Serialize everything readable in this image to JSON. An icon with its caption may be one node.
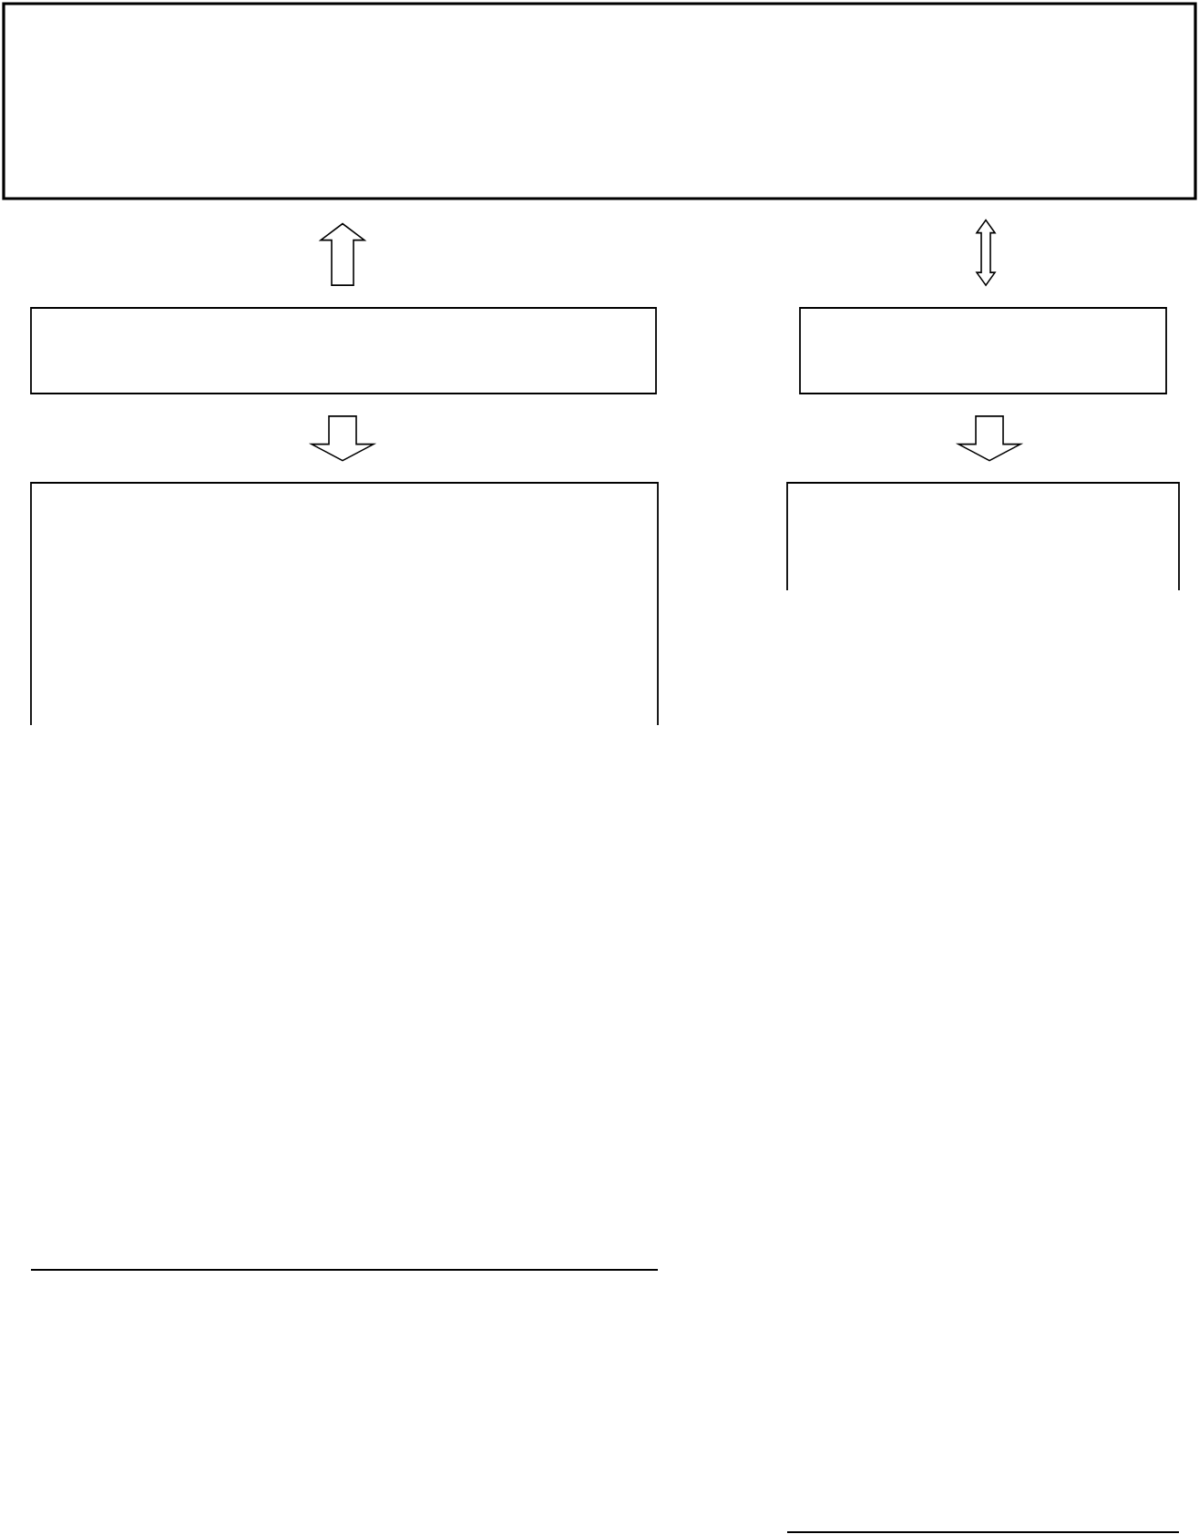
{
  "diagram": {
    "nodes": [
      {
        "text": [],
        "shape": "box"
      },
      {
        "text": [],
        "shape": "box"
      },
      {
        "text": [],
        "shape": "box"
      },
      {
        "text": [],
        "shape": "box"
      },
      {
        "text": [],
        "shape": "box"
      }
    ],
    "edges": [
      {
        "from": 1,
        "to": 0,
        "arrow": "to"
      },
      {
        "from": 2,
        "to": 0,
        "arrow": "both"
      },
      {
        "from": 1,
        "to": 3,
        "arrow": "to"
      },
      {
        "from": 2,
        "to": 4,
        "arrow": "to"
      }
    ]
  }
}
